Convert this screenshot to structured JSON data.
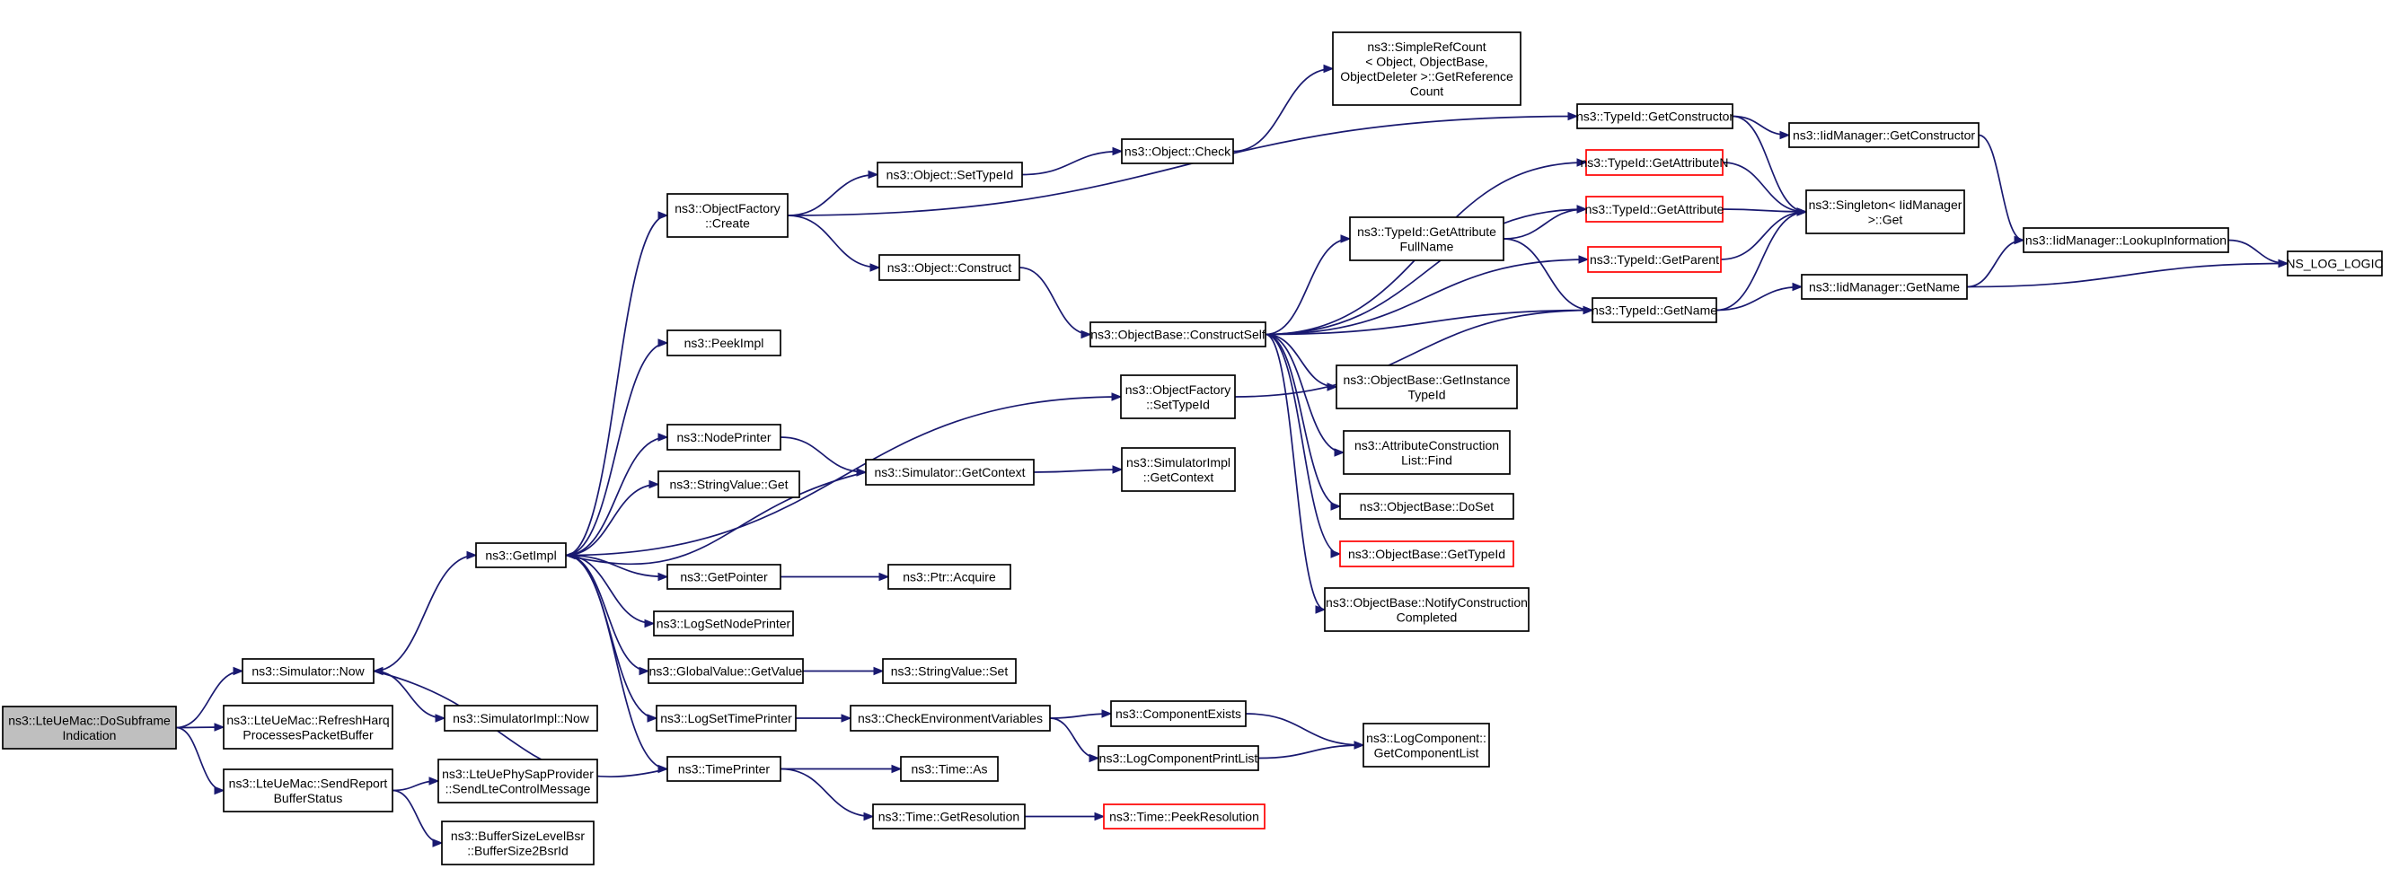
{
  "diagram": {
    "edge_color": "#191970",
    "node_border": "#000000",
    "highlight_border": "#ff0000",
    "root_fill": "#bfbfbf",
    "nodes": [
      {
        "id": "n_dosub",
        "lines": [
          "ns3::LteUeMac::DoSubframe",
          "Indication"
        ]
      },
      {
        "id": "n_simnow",
        "lines": [
          "ns3::Simulator::Now"
        ]
      },
      {
        "id": "n_refresh",
        "lines": [
          "ns3::LteUeMac::RefreshHarq",
          "ProcessesPacketBuffer"
        ]
      },
      {
        "id": "n_sendrep",
        "lines": [
          "ns3::LteUeMac::SendReport",
          "BufferStatus"
        ]
      },
      {
        "id": "n_getimpl",
        "lines": [
          "ns3::GetImpl"
        ]
      },
      {
        "id": "n_simimplnow",
        "lines": [
          "ns3::SimulatorImpl::Now"
        ]
      },
      {
        "id": "n_sendlte",
        "lines": [
          "ns3::LteUePhySapProvider",
          "::SendLteControlMessage"
        ]
      },
      {
        "id": "n_bsr",
        "lines": [
          "ns3::BufferSizeLevelBsr",
          "::BufferSize2BsrId"
        ]
      },
      {
        "id": "n_ofcreate",
        "lines": [
          "ns3::ObjectFactory",
          "::Create"
        ]
      },
      {
        "id": "n_peekimpl",
        "lines": [
          "ns3::PeekImpl"
        ]
      },
      {
        "id": "n_nodeprinter",
        "lines": [
          "ns3::NodePrinter"
        ]
      },
      {
        "id": "n_strvalget",
        "lines": [
          "ns3::StringValue::Get"
        ]
      },
      {
        "id": "n_getpointer",
        "lines": [
          "ns3::GetPointer"
        ]
      },
      {
        "id": "n_logsetnode",
        "lines": [
          "ns3::LogSetNodePrinter"
        ]
      },
      {
        "id": "n_gvgetvalue",
        "lines": [
          "ns3::GlobalValue::GetValue"
        ]
      },
      {
        "id": "n_logsettime",
        "lines": [
          "ns3::LogSetTimePrinter"
        ]
      },
      {
        "id": "n_timeprinter",
        "lines": [
          "ns3::TimePrinter"
        ]
      },
      {
        "id": "n_setTypeId",
        "lines": [
          "ns3::Object::SetTypeId"
        ]
      },
      {
        "id": "n_construct",
        "lines": [
          "ns3::Object::Construct"
        ]
      },
      {
        "id": "n_getcontext",
        "lines": [
          "ns3::Simulator::GetContext"
        ]
      },
      {
        "id": "n_ptracquire",
        "lines": [
          "ns3::Ptr::Acquire"
        ]
      },
      {
        "id": "n_strvalset",
        "lines": [
          "ns3::StringValue::Set"
        ]
      },
      {
        "id": "n_checkenv",
        "lines": [
          "ns3::CheckEnvironmentVariables"
        ]
      },
      {
        "id": "n_timeas",
        "lines": [
          "ns3::Time::As"
        ]
      },
      {
        "id": "n_getres",
        "lines": [
          "ns3::Time::GetResolution"
        ]
      },
      {
        "id": "n_objcheck",
        "lines": [
          "ns3::Object::Check"
        ]
      },
      {
        "id": "n_constructself",
        "lines": [
          "ns3::ObjectBase::ConstructSelf"
        ]
      },
      {
        "id": "n_ofsettypeid",
        "lines": [
          "ns3::ObjectFactory",
          "::SetTypeId"
        ]
      },
      {
        "id": "n_simimplctx",
        "lines": [
          "ns3::SimulatorImpl",
          "::GetContext"
        ]
      },
      {
        "id": "n_compexists",
        "lines": [
          "ns3::ComponentExists"
        ]
      },
      {
        "id": "n_logcompprint",
        "lines": [
          "ns3::LogComponentPrintList"
        ]
      },
      {
        "id": "n_peekres",
        "lines": [
          "ns3::Time::PeekResolution"
        ]
      },
      {
        "id": "n_simplerefcount",
        "lines": [
          "ns3::SimpleRefCount",
          "< Object, ObjectBase,",
          "ObjectDeleter >::GetReference",
          "Count"
        ]
      },
      {
        "id": "n_getattrfull",
        "lines": [
          "ns3::TypeId::GetAttribute",
          "FullName"
        ]
      },
      {
        "id": "n_getinsttypeid",
        "lines": [
          "ns3::ObjectBase::GetInstance",
          "TypeId"
        ]
      },
      {
        "id": "n_attrfind",
        "lines": [
          "ns3::AttributeConstruction",
          "List::Find"
        ]
      },
      {
        "id": "n_doset",
        "lines": [
          "ns3::ObjectBase::DoSet"
        ]
      },
      {
        "id": "n_obgettypeid",
        "lines": [
          "ns3::ObjectBase::GetTypeId"
        ]
      },
      {
        "id": "n_notifyconst",
        "lines": [
          "ns3::ObjectBase::NotifyConstruction",
          "Completed"
        ]
      },
      {
        "id": "n_getcomplist",
        "lines": [
          "ns3::LogComponent::",
          "GetComponentList"
        ]
      },
      {
        "id": "n_tidgetctor",
        "lines": [
          "ns3::TypeId::GetConstructor"
        ]
      },
      {
        "id": "n_getattrn",
        "lines": [
          "ns3::TypeId::GetAttributeN"
        ]
      },
      {
        "id": "n_getattr",
        "lines": [
          "ns3::TypeId::GetAttribute"
        ]
      },
      {
        "id": "n_getparent",
        "lines": [
          "ns3::TypeId::GetParent"
        ]
      },
      {
        "id": "n_getname",
        "lines": [
          "ns3::TypeId::GetName"
        ]
      },
      {
        "id": "n_iidgetctor",
        "lines": [
          "ns3::IidManager::GetConstructor"
        ]
      },
      {
        "id": "n_singleton",
        "lines": [
          "ns3::Singleton< IidManager",
          ">::Get"
        ]
      },
      {
        "id": "n_iidgetname",
        "lines": [
          "ns3::IidManager::GetName"
        ]
      },
      {
        "id": "n_lookup",
        "lines": [
          "ns3::IidManager::LookupInformation"
        ]
      },
      {
        "id": "n_nslog",
        "lines": [
          "NS_LOG_LOGIC"
        ]
      }
    ]
  }
}
